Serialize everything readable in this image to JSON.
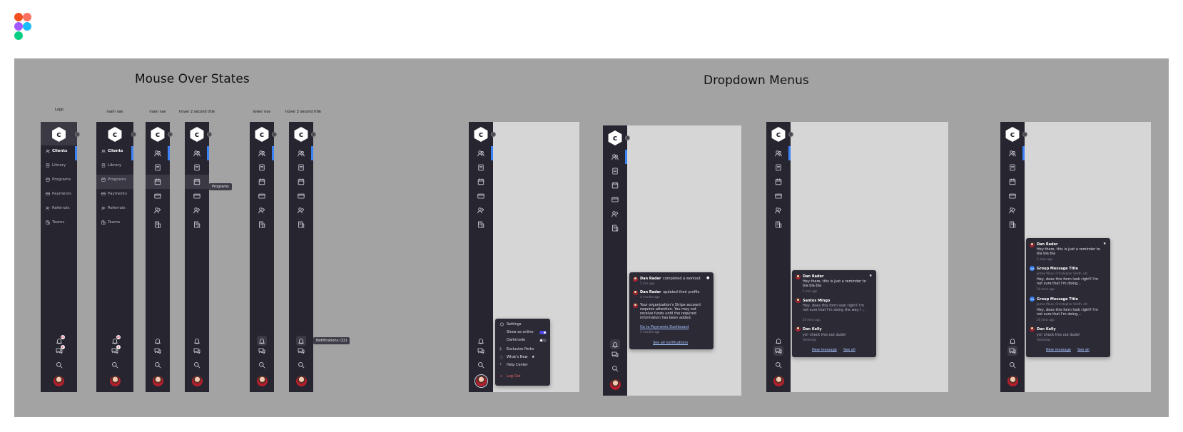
{
  "titles": {
    "mouse_over": "Mouse Over States",
    "dropdown": "Dropdown Menus"
  },
  "column_labels": [
    "Logo",
    "main nav",
    "main nav",
    "hover 2 second title",
    "lower nav",
    "hover 2 second title"
  ],
  "brand": {
    "letter": "c"
  },
  "nav_items": [
    {
      "label": "Clients",
      "icon": "users-icon"
    },
    {
      "label": "Library",
      "icon": "book-icon"
    },
    {
      "label": "Programs",
      "icon": "calendar-icon"
    },
    {
      "label": "Payments",
      "icon": "card-icon"
    },
    {
      "label": "Referrals",
      "icon": "referral-icon"
    },
    {
      "label": "Teams",
      "icon": "building-icon"
    }
  ],
  "badges": {
    "bell": "22",
    "chat": "8"
  },
  "tooltips": {
    "programs": "Programs",
    "notifications": "Notifications (22)"
  },
  "settings_menu": {
    "settings": "Settings",
    "show_online": "Show as online",
    "darkmode": "Darkmode",
    "exclusive_perks": "Exclusive Perks",
    "whats_new": "What's New",
    "help_center": "Help Center",
    "log_out": "Log Out"
  },
  "notifications": {
    "items": [
      {
        "name": "Dan Rader",
        "text": "completed a workout",
        "time": "5 min ago"
      },
      {
        "name": "Dan Rader",
        "text": "updated their profile",
        "time": "4 months ago"
      },
      {
        "name": "",
        "text": "Your organization's Stripe account requires attention. You may not receive funds until the required information has been added.",
        "time": "5 months ago"
      }
    ],
    "link": "Go to Payments Dashboard",
    "see_all": "See all notifications"
  },
  "messages_a": {
    "items": [
      {
        "name": "Dan Rader",
        "text": "Hey there, this is just a reminder to bla bla bla",
        "time": "5 min ago"
      },
      {
        "name": "Santos Mingo",
        "text": "Hey, does this form look right? I'm not sure that I'm doing the way I ...",
        "time": "20 mins ago"
      },
      {
        "name": "Dan Kelly",
        "text": "yo! check this out dude!",
        "time": "Yesterday"
      }
    ],
    "new_message": "New message",
    "see_all": "See all"
  },
  "messages_b": {
    "items": [
      {
        "name": "Dan Rader",
        "sub": "",
        "text": "Hey there, this is just a reminder to bla bla bla",
        "time": "5 mins ago"
      },
      {
        "name": "Group Message Title",
        "sub": "James Muse, Christopher Smith, etc",
        "text": "Hey, does this form look right? I'm not sure that I'm doing...",
        "time": "20 mins ago"
      },
      {
        "name": "Group Message Title",
        "sub": "James Muse, Christopher Smith, etc",
        "text": "Hey, does this form look right? I'm not sure that I'm doing...",
        "time": "20 mins ago"
      },
      {
        "name": "Dan Kelly",
        "sub": "",
        "text": "yo! check this out dude!",
        "time": "Yesterday"
      }
    ],
    "new_message": "New message",
    "see_all": "See all"
  },
  "colors": {
    "sidebar": "#272630",
    "canvas": "#a3a3a3",
    "frame": "#d6d6d6",
    "accent": "#3b82f6",
    "danger": "#f36c6c"
  }
}
